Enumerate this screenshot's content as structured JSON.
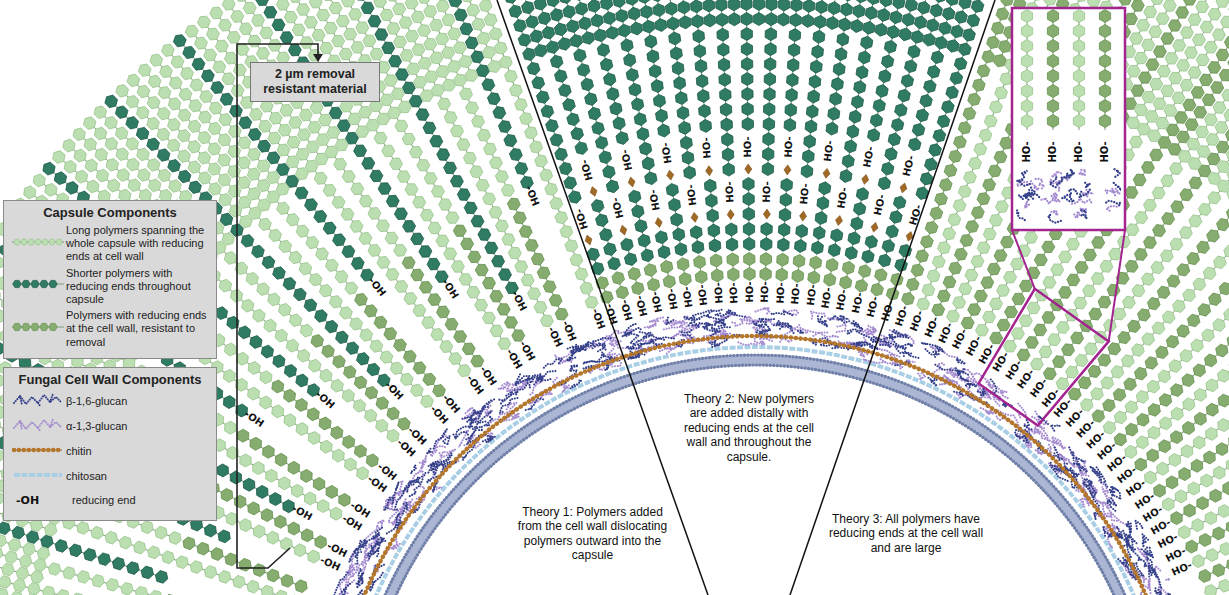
{
  "diagram": {
    "nodes": [
      {
        "text": [
          "2 µm removal resistant material"
        ]
      }
    ],
    "labels": [
      "Capsule Components",
      "Fungal Cell Wall Components",
      "-OH",
      "Theory 1: Polymers added from the cell wall dislocating polymers outward into the capsule",
      "Theory 2: New polymers are added distally with reducing ends at the cell wall and throughout the capsule.",
      "Theory 3: All polymers have reducing ends at the cell wall and are large",
      "-OH",
      "-OH",
      "-OH",
      "-OH",
      "-OH",
      "-OH",
      "-OH",
      "-OH",
      "-OH",
      "-OH",
      "-OH",
      "-OH",
      "-OH",
      "-OH",
      "-OH",
      "-OH",
      "-OH",
      "-OH",
      "-OH",
      "-OH",
      "-OH",
      "-OH",
      "-OH",
      "-OH",
      "-OH",
      "HO-",
      "HO-",
      "HO-",
      "HO-",
      "HO-",
      "HO-",
      "HO-",
      "HO-",
      "HO-",
      "HO-",
      "HO-",
      "HO-",
      "HO-",
      "HO-",
      "HO-",
      "HO-",
      "HO-",
      "HO-",
      "HO-",
      "HO-",
      "HO-",
      "HO-",
      "HO-",
      "HO-",
      "HO-",
      "HO-",
      "HO-",
      "HO-",
      "HO-",
      "HO-",
      "HO-",
      "HO-",
      "HO-",
      "HO-",
      "HO-",
      "HO-",
      "HO-",
      "HO-",
      "HO-",
      "HO-",
      "HO-",
      "HO-",
      "HO-",
      "HO-",
      "HO-",
      "HO-",
      "HO-",
      "HO-",
      "HO-",
      "HO-",
      "HO-",
      "HO-",
      "HO-",
      "HO-",
      "HO-",
      "HO-",
      "HO-",
      "HO-",
      "HO-",
      "HO-",
      "HO-",
      "HO-",
      "HO-",
      "HO-",
      "HO-",
      "HO-",
      "HO-",
      "HO-"
    ],
    "legend": [
      {
        "text": "Long polymers spanning the whole capsule with reducing ends at cell wall"
      },
      {
        "text": "Shorter polymers with reducing ends throughout capsule"
      },
      {
        "text": "Polymers with reducing ends at the cell wall, resistant to removal"
      },
      {
        "text": "β-1,6-glucan"
      },
      {
        "text": "α-1,3-glucan"
      },
      {
        "text": "chitin"
      },
      {
        "text": "chitosan"
      },
      {
        "text": "reducing end"
      }
    ]
  }
}
